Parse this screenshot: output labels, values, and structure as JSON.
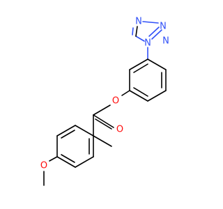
{
  "molecule": {
    "atoms": [
      {
        "id": "n1",
        "symbol": "N",
        "color": "#3050f8"
      },
      {
        "id": "n2",
        "symbol": "N",
        "color": "#3050f8"
      },
      {
        "id": "n3",
        "symbol": "N",
        "color": "#3050f8"
      },
      {
        "id": "n4",
        "symbol": "N",
        "color": "#3050f8"
      },
      {
        "id": "o-ester",
        "symbol": "O",
        "color": "#ff0d0d"
      },
      {
        "id": "o-carbonyl",
        "symbol": "O",
        "color": "#ff0d0d"
      },
      {
        "id": "o-methoxy",
        "symbol": "O",
        "color": "#ff0d0d"
      }
    ],
    "colors": {
      "carbon_bond": "#000000",
      "nitrogen": "#3050f8",
      "oxygen": "#ff0d0d",
      "background": "#ffffff"
    }
  }
}
